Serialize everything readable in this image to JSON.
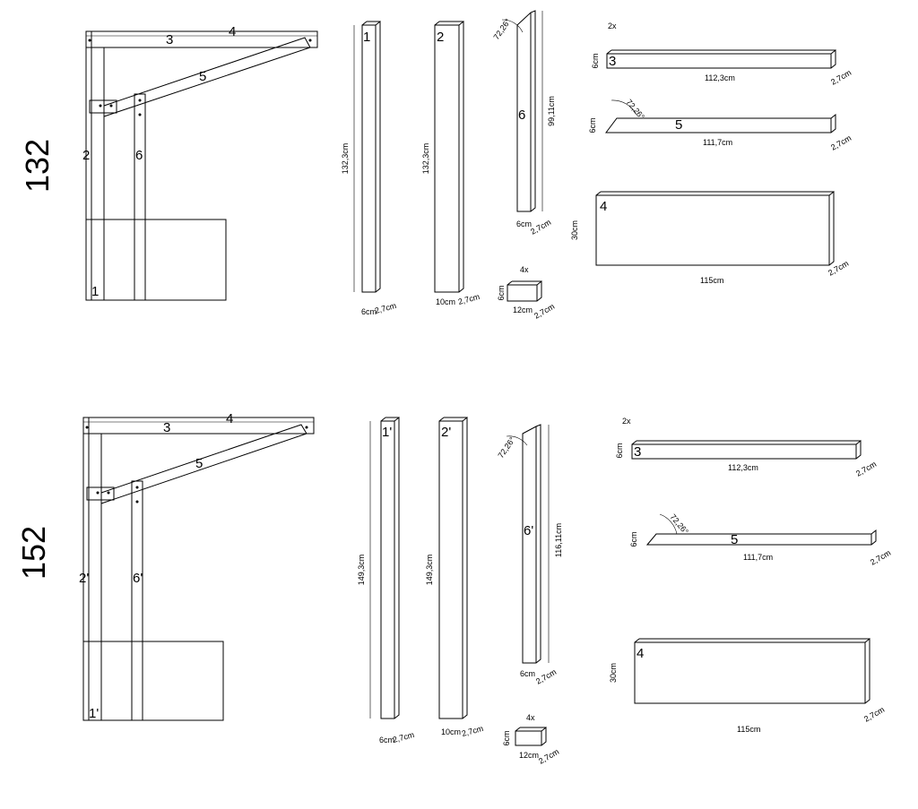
{
  "top": {
    "height_label": "132",
    "assembly": {
      "labels": {
        "p1": "1",
        "p2": "2",
        "p3": "3",
        "p4": "4",
        "p5": "5",
        "p6": "6"
      }
    },
    "piece1": {
      "label": "1",
      "length": "132,3cm",
      "width": "6cm",
      "thick": "2,7cm"
    },
    "piece2": {
      "label": "2",
      "length": "132,3cm",
      "width": "10cm",
      "thick": "2,7cm"
    },
    "piece6": {
      "label": "6",
      "length": "99,11cm",
      "angle": "72,26°",
      "width": "6cm",
      "thick": "2,7cm"
    },
    "block": {
      "qty": "4x",
      "width": "12cm",
      "height": "6cm",
      "thick": "2,7cm"
    },
    "piece3": {
      "qty": "2x",
      "label": "3",
      "length": "112,3cm",
      "height": "6cm",
      "thick": "2,7cm"
    },
    "piece5": {
      "label": "5",
      "length": "111,7cm",
      "height": "6cm",
      "angle": "72,26°",
      "thick": "2,7cm"
    },
    "piece4": {
      "label": "4",
      "length": "115cm",
      "height": "30cm",
      "thick": "2,7cm"
    }
  },
  "bottom": {
    "height_label": "152",
    "assembly": {
      "labels": {
        "p1": "1'",
        "p2": "2'",
        "p3": "3",
        "p4": "4",
        "p5": "5",
        "p6": "6'"
      }
    },
    "piece1": {
      "label": "1'",
      "length": "149,3cm",
      "width": "6cm",
      "thick": "2,7cm"
    },
    "piece2": {
      "label": "2'",
      "length": "149,3cm",
      "width": "10cm",
      "thick": "2,7cm"
    },
    "piece6": {
      "label": "6'",
      "length": "116,11cm",
      "angle": "72,26°",
      "width": "6cm",
      "thick": "2,7cm"
    },
    "block": {
      "qty": "4x",
      "width": "12cm",
      "height": "6cm",
      "thick": "2,7cm"
    },
    "piece3": {
      "qty": "2x",
      "label": "3",
      "length": "112,3cm",
      "height": "6cm",
      "thick": "2,7cm"
    },
    "piece5": {
      "label": "5",
      "length": "111,7cm",
      "height": "6cm",
      "angle": "72,26°",
      "thick": "2,7cm"
    },
    "piece4": {
      "label": "4",
      "length": "115cm",
      "height": "30cm",
      "thick": "2,7cm"
    }
  }
}
